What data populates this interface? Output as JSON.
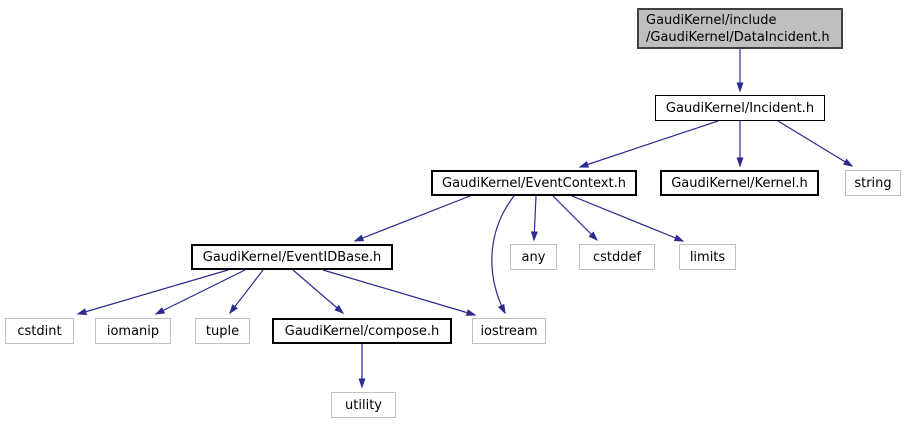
{
  "diagram": {
    "type": "include-dependency-graph",
    "colors": {
      "edge": "#2a2a8f",
      "root_fill": "#bfbfbf",
      "root_border": "#404040",
      "header_border": "#000000",
      "system_border": "#c0c0c0",
      "background": "#ffffff",
      "text": "#000000"
    },
    "nodes": {
      "main": {
        "line1": "GaudiKernel/include",
        "line2": "/GaudiKernel/DataIncident.h"
      },
      "incident": {
        "label": "GaudiKernel/Incident.h"
      },
      "eventcontext": {
        "label": "GaudiKernel/EventContext.h"
      },
      "kernel": {
        "label": "GaudiKernel/Kernel.h"
      },
      "string": {
        "label": "string"
      },
      "eventidbase": {
        "label": "GaudiKernel/EventIDBase.h"
      },
      "any": {
        "label": "any"
      },
      "cstddef": {
        "label": "cstddef"
      },
      "limits": {
        "label": "limits"
      },
      "cstdint": {
        "label": "cstdint"
      },
      "iomanip": {
        "label": "iomanip"
      },
      "tuple": {
        "label": "tuple"
      },
      "compose": {
        "label": "GaudiKernel/compose.h"
      },
      "iostream": {
        "label": "iostream"
      },
      "utility": {
        "label": "utility"
      }
    },
    "edges": [
      {
        "from": "GaudiKernel/include/GaudiKernel/DataIncident.h",
        "to": "GaudiKernel/Incident.h"
      },
      {
        "from": "GaudiKernel/Incident.h",
        "to": "GaudiKernel/EventContext.h"
      },
      {
        "from": "GaudiKernel/Incident.h",
        "to": "GaudiKernel/Kernel.h"
      },
      {
        "from": "GaudiKernel/Incident.h",
        "to": "string"
      },
      {
        "from": "GaudiKernel/EventContext.h",
        "to": "GaudiKernel/EventIDBase.h"
      },
      {
        "from": "GaudiKernel/EventContext.h",
        "to": "any"
      },
      {
        "from": "GaudiKernel/EventContext.h",
        "to": "cstddef"
      },
      {
        "from": "GaudiKernel/EventContext.h",
        "to": "limits"
      },
      {
        "from": "GaudiKernel/EventContext.h",
        "to": "iostream"
      },
      {
        "from": "GaudiKernel/EventIDBase.h",
        "to": "cstdint"
      },
      {
        "from": "GaudiKernel/EventIDBase.h",
        "to": "iomanip"
      },
      {
        "from": "GaudiKernel/EventIDBase.h",
        "to": "tuple"
      },
      {
        "from": "GaudiKernel/EventIDBase.h",
        "to": "GaudiKernel/compose.h"
      },
      {
        "from": "GaudiKernel/EventIDBase.h",
        "to": "iostream"
      },
      {
        "from": "GaudiKernel/compose.h",
        "to": "utility"
      }
    ]
  }
}
